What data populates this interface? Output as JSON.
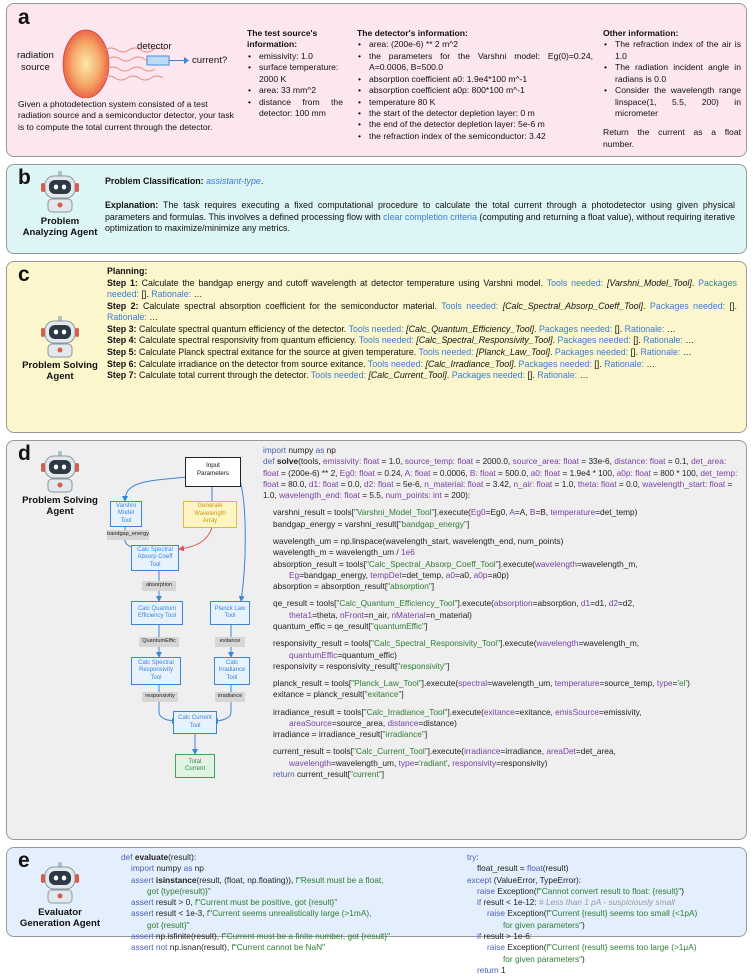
{
  "panels": {
    "a": {
      "letter": "a"
    },
    "b": {
      "letter": "b"
    },
    "c": {
      "letter": "c"
    },
    "d": {
      "letter": "d"
    },
    "e": {
      "letter": "e"
    }
  },
  "panel_a": {
    "diagram": {
      "radiation_source": [
        "radiation",
        "source"
      ],
      "detector": "detector",
      "current": "current?"
    },
    "description": "Given a photodetection system consisted of a test radiation source and a semiconductor detector, your task is to compute the total current through the detector.",
    "source_title": "The test source's information:",
    "source_items": [
      "emissivity: 1.0",
      "surface temperature: 2000 K",
      "area: 33 mm^2",
      "distance from the detector: 100 mm"
    ],
    "detector_title": "The detector's information:",
    "detector_items": [
      "area: (200e-6) ** 2 m^2",
      "the parameters for the Varshni model: Eg(0)=0.24, A=0.0006, B=500.0",
      "absorption coefficient a0: 1.9e4*100 m^-1",
      "absorption coefficient a0p: 800*100 m^-1",
      "temperature 80 K",
      "the start of the detector depletion layer: 0 m",
      "the end of the detector depletion layer: 5e-6 m",
      "the refraction index of the semiconductor: 3.42"
    ],
    "other_title": "Other information:",
    "other_items": [
      "The refraction index of the air is 1.0",
      "The radiation incident angle in radians is 0.0",
      "Consider the wavelength range linspace(1, 5.5, 200) in micrometer"
    ],
    "return_note": "Return the current as a float number."
  },
  "panel_b": {
    "agent": [
      "Problem",
      "Analyzing Agent"
    ],
    "classification_label": "Problem Classification:",
    "classification_value": "assistant-type",
    "explanation_label": "Explanation:",
    "explanation_1": "The task requires executing a fixed computational procedure to calculate the total current through a photodetector using given physical parameters and formulas. This involves a defined processing flow with",
    "explanation_link": "clear completion criteria",
    "explanation_2": "(computing and returning a float value), without requiring iterative optimization to maximize/minimize any metrics."
  },
  "panel_c": {
    "agent": [
      "Problem Solving",
      "Agent"
    ],
    "planning_label": "Planning:",
    "tools_label": "Tools needed:",
    "packages_label": "Packages needed:",
    "rationale_label": "Rationale:",
    "ellipsis": "…",
    "empty_list": "[]",
    "steps": [
      {
        "label": "Step 1:",
        "text": "Calculate the bandgap energy and cutoff wavelength at detector temperature using Varshni model.",
        "tool": "[Varshni_Model_Tool]"
      },
      {
        "label": "Step 2:",
        "text": "Calculate spectral absorption coefficient for the semiconductor material.",
        "tool": "[Calc_Spectral_Absorp_Coeff_Tool]"
      },
      {
        "label": "Step 3:",
        "text": "Calculate spectral quantum efficiency of the detector.",
        "tool": "[Calc_Quantum_Efficiency_Tool]"
      },
      {
        "label": "Step 4:",
        "text": "Calculate spectral responsivity from quantum efficiency.",
        "tool": "[Calc_Spectral_Responsivity_Tool]"
      },
      {
        "label": "Step 5:",
        "text": "Calculate Planck spectral exitance for the source at given temperature.",
        "tool": "[Planck_Law_Tool]"
      },
      {
        "label": "Step 6:",
        "text": "Calculate irradiance on the detector from source exitance.",
        "tool": "[Calc_Irradiance_Tool]"
      },
      {
        "label": "Step 7:",
        "text": "Calculate total current through the detector.",
        "tool": "[Calc_Current_Tool]"
      }
    ]
  },
  "panel_d": {
    "agent": [
      "Problem Solving",
      "Agent"
    ],
    "flow": {
      "input": [
        "Input",
        "Parameters"
      ],
      "varshni": [
        "Varshni",
        "Model Tool"
      ],
      "generate": [
        "Generate",
        "Wavelength",
        "Array"
      ],
      "absorp": [
        "Calc Spectral",
        "Absorp Coeff",
        "Tool"
      ],
      "qe": [
        "Calc Quantum",
        "Efficiency Tool"
      ],
      "planck": [
        "Planck Law",
        "Tool"
      ],
      "resp": [
        "Calc Spectral",
        "Responsivity",
        "Tool"
      ],
      "irr": [
        "Calc",
        "Irradiance",
        "Tool"
      ],
      "current": [
        "Calc Current",
        "Tool"
      ],
      "total": [
        "Total",
        "Current"
      ],
      "lab_bandgap": "bandgap_energy",
      "lab_absorption": "absorption",
      "lab_qe": "QuantumEffic",
      "lab_exitance": "exitance",
      "lab_resp": "responsivity",
      "lab_irr": "irradiance"
    }
  },
  "panel_e": {
    "agent": [
      "Evaluator",
      "Generation Agent"
    ]
  }
}
